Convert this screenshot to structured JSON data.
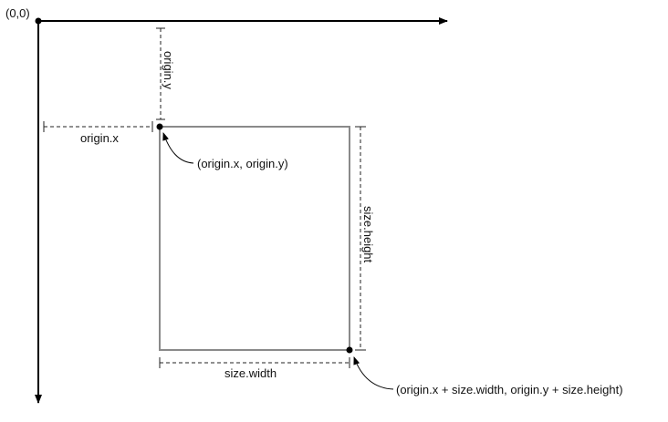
{
  "labels": {
    "origin_label": "(0,0)",
    "origin_y": "origin.y",
    "origin_x": "origin.x",
    "origin_point": "(origin.x, origin.y)",
    "size_height": "size.height",
    "size_width": "size.width",
    "far_corner_point": "(origin.x + size.width, origin.y + size.height)"
  },
  "colors": {
    "axis": "#000000",
    "rect_stroke": "#8a8a8a",
    "dimension_line": "#222222",
    "text": "#111111"
  }
}
